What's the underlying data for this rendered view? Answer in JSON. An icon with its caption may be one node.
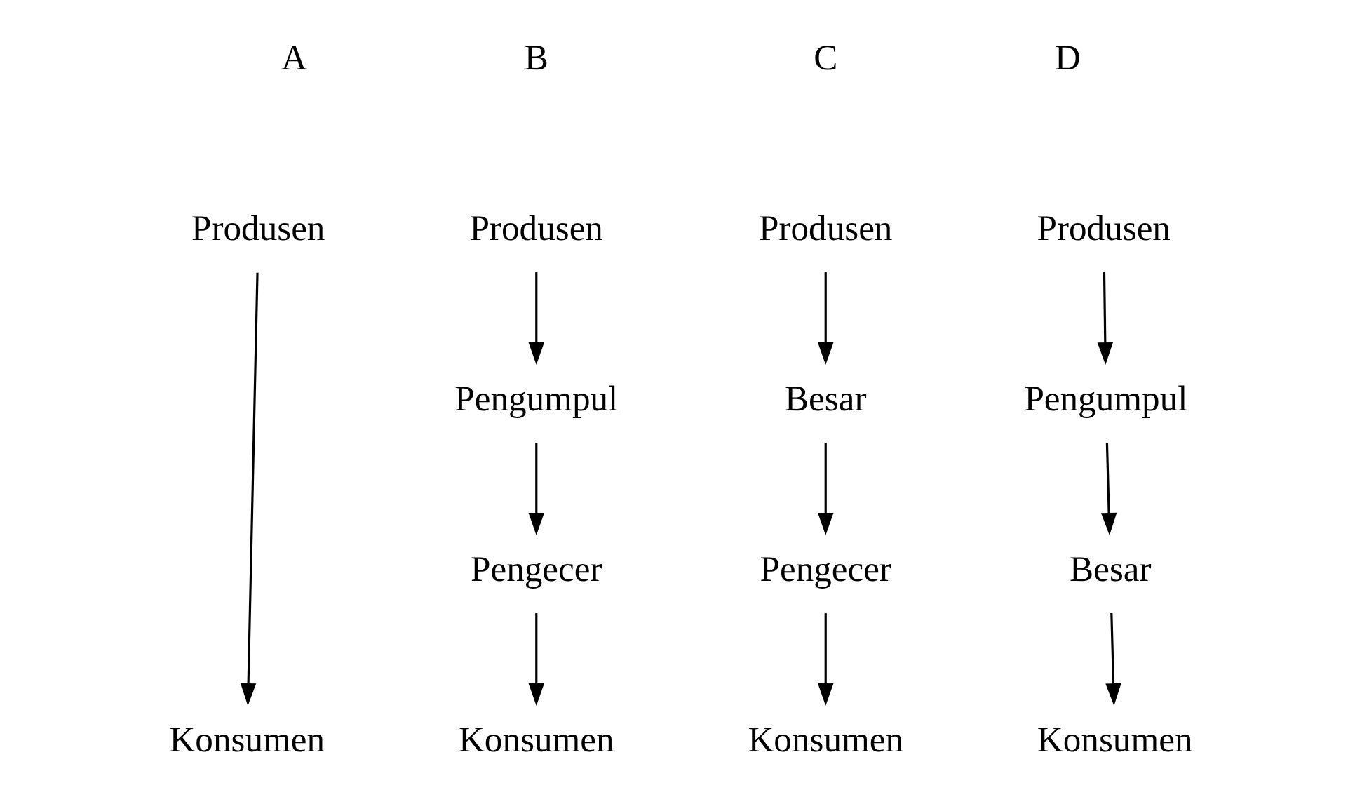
{
  "diagram": {
    "nodes": [
      {
        "text": [
          "Produsen"
        ]
      },
      {
        "text": [
          "Konsumen"
        ]
      },
      {
        "text": [
          "Produsen"
        ]
      },
      {
        "text": [
          "Pengumpul"
        ]
      },
      {
        "text": [
          "Pengecer"
        ]
      },
      {
        "text": [
          "Konsumen"
        ]
      },
      {
        "text": [
          "Produsen"
        ]
      },
      {
        "text": [
          "Besar"
        ]
      },
      {
        "text": [
          "Pengecer"
        ]
      },
      {
        "text": [
          "Konsumen"
        ]
      },
      {
        "text": [
          "Produsen"
        ]
      },
      {
        "text": [
          "Pengumpul"
        ]
      },
      {
        "text": [
          "Besar"
        ]
      },
      {
        "text": [
          "Konsumen"
        ]
      }
    ],
    "edges": [
      {
        "from": 0,
        "to": 1,
        "arrow": "to"
      },
      {
        "from": 2,
        "to": 3,
        "arrow": "to"
      },
      {
        "from": 3,
        "to": 4,
        "arrow": "to"
      },
      {
        "from": 4,
        "to": 5,
        "arrow": "to"
      },
      {
        "from": 6,
        "to": 7,
        "arrow": "to"
      },
      {
        "from": 7,
        "to": 8,
        "arrow": "to"
      },
      {
        "from": 8,
        "to": 9,
        "arrow": "to"
      },
      {
        "from": 10,
        "to": 11,
        "arrow": "to"
      },
      {
        "from": 11,
        "to": 12,
        "arrow": "to"
      },
      {
        "from": 12,
        "to": 13,
        "arrow": "to"
      }
    ],
    "labels": [
      "A",
      "B",
      "C",
      "D"
    ]
  }
}
